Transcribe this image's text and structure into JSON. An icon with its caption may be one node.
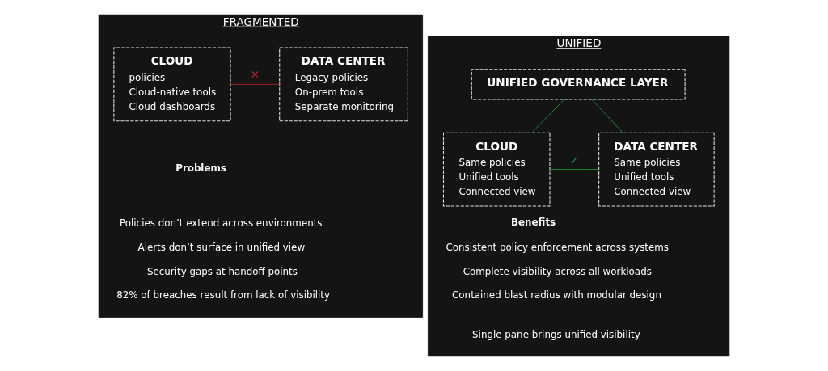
{
  "diagram": {
    "nodes": [
      {
        "text": [
          "FRAGMENTED"
        ]
      },
      {
        "text": [
          "CLOUD",
          "policies",
          "Cloud-native tools",
          "Cloud dashboards"
        ],
        "in": 0
      },
      {
        "text": [
          "DATA CENTER",
          "Legacy policies",
          "On-prem tools",
          "Separate monitoring"
        ],
        "in": 0
      },
      {
        "text": [
          "UNIFIED"
        ]
      },
      {
        "text": [
          "UNIFIED GOVERNANCE LAYER"
        ],
        "in": 3
      },
      {
        "text": [
          "CLOUD",
          "Same policies",
          "Unified tools",
          "Connected view"
        ],
        "in": 3
      },
      {
        "text": [
          "DATA CENTER",
          "Same policies",
          "Unified tools",
          "Connected view"
        ],
        "in": 3
      }
    ],
    "edges": [
      {
        "from": 1,
        "to": 2,
        "arrow": "none",
        "label": "✕",
        "color": "#b22222"
      },
      {
        "from": 4,
        "to": 5,
        "arrow": "none"
      },
      {
        "from": 4,
        "to": 6,
        "arrow": "none"
      },
      {
        "from": 5,
        "to": 6,
        "arrow": "none",
        "label": "✓"
      }
    ],
    "labels": [
      "Problems",
      "Policies don’t extend across environments",
      "Alerts don’t surface in unified view",
      "Security gaps at handoff points",
      "82% of breaches result from lack of visibility",
      "Benefits",
      "Consistent policy enforcement across systems",
      "Complete visibility across all workloads",
      "Contained blast radius with modular design",
      "Single pane brings unified visibility"
    ]
  }
}
